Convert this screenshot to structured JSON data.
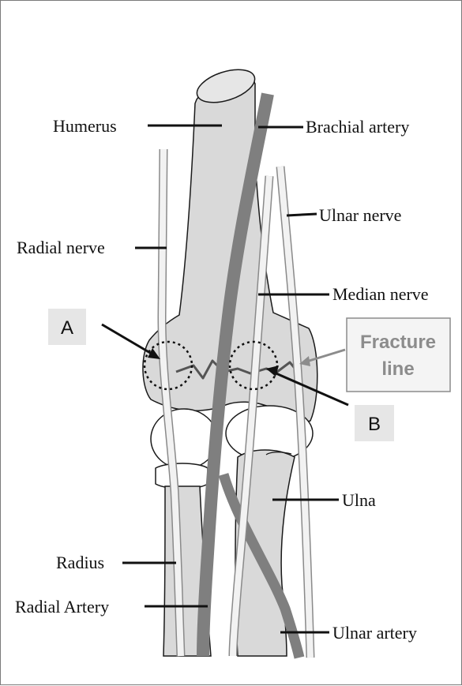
{
  "labels": {
    "humerus": "Humerus",
    "brachial_artery": "Brachial artery",
    "ulnar_nerve": "Ulnar nerve",
    "radial_nerve": "Radial nerve",
    "median_nerve": "Median nerve",
    "marker_a": "A",
    "marker_b": "B",
    "fracture_line_1": "Fracture",
    "fracture_line_2": "line",
    "ulna": "Ulna",
    "radius": "Radius",
    "radial_artery": "Radial Artery",
    "ulnar_artery": "Ulnar artery"
  },
  "colors": {
    "bone": "#d9d9d9",
    "bone_outline": "#1a1a1a",
    "artery": "#7f7f7f",
    "nerve": "#f2f2f2",
    "nerve_outline": "#8a8a8a",
    "fracture_line": "#555555",
    "fracture_box_text": "#8c8c8c",
    "marker_box": "#e6e6e6"
  }
}
